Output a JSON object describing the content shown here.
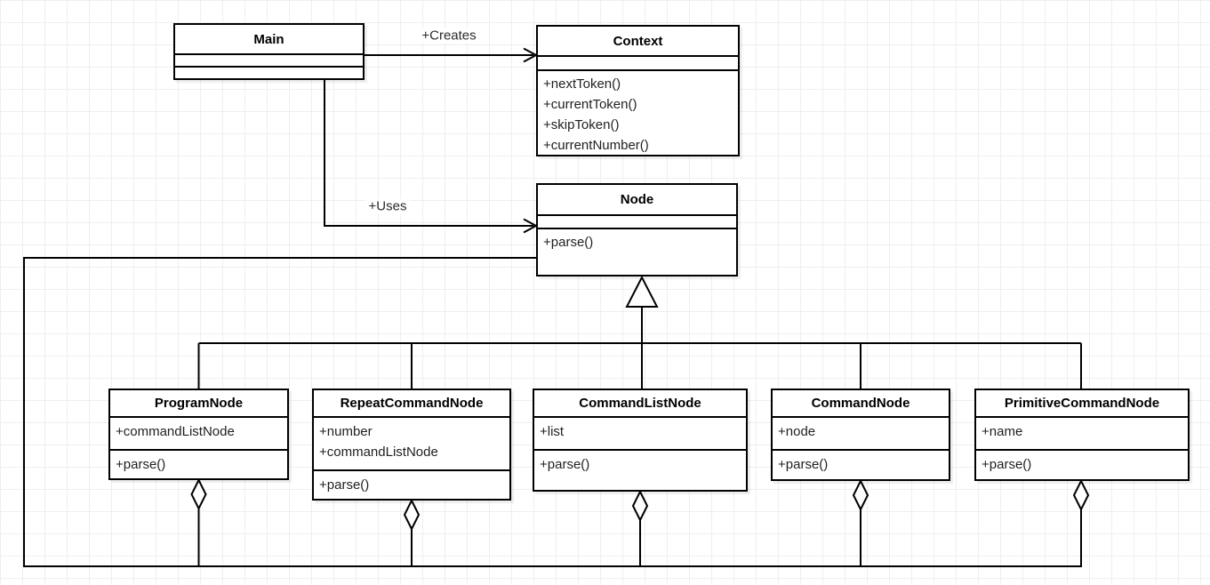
{
  "diagram": {
    "type": "uml-class-diagram",
    "edges": {
      "creates_label": "+Creates",
      "uses_label": "+Uses"
    },
    "classes": [
      {
        "id": "main",
        "name": "Main",
        "attributes": [],
        "methods": []
      },
      {
        "id": "context",
        "name": "Context",
        "attributes": [],
        "methods": [
          "+nextToken()",
          "+currentToken()",
          "+skipToken()",
          "+currentNumber()"
        ]
      },
      {
        "id": "node",
        "name": "Node",
        "attributes": [],
        "methods": [
          "+parse()"
        ]
      },
      {
        "id": "program-node",
        "name": "ProgramNode",
        "attributes": [
          "+commandListNode"
        ],
        "methods": [
          "+parse()"
        ]
      },
      {
        "id": "repeat-command-node",
        "name": "RepeatCommandNode",
        "attributes": [
          "+number",
          "+commandListNode"
        ],
        "methods": [
          "+parse()"
        ]
      },
      {
        "id": "command-list-node",
        "name": "CommandListNode",
        "attributes": [
          "+list"
        ],
        "methods": [
          "+parse()"
        ]
      },
      {
        "id": "command-node",
        "name": "CommandNode",
        "attributes": [
          "+node"
        ],
        "methods": [
          "+parse()"
        ]
      },
      {
        "id": "primitive-command-node",
        "name": "PrimitiveCommandNode",
        "attributes": [
          "+name"
        ],
        "methods": [
          "+parse()"
        ]
      }
    ]
  }
}
